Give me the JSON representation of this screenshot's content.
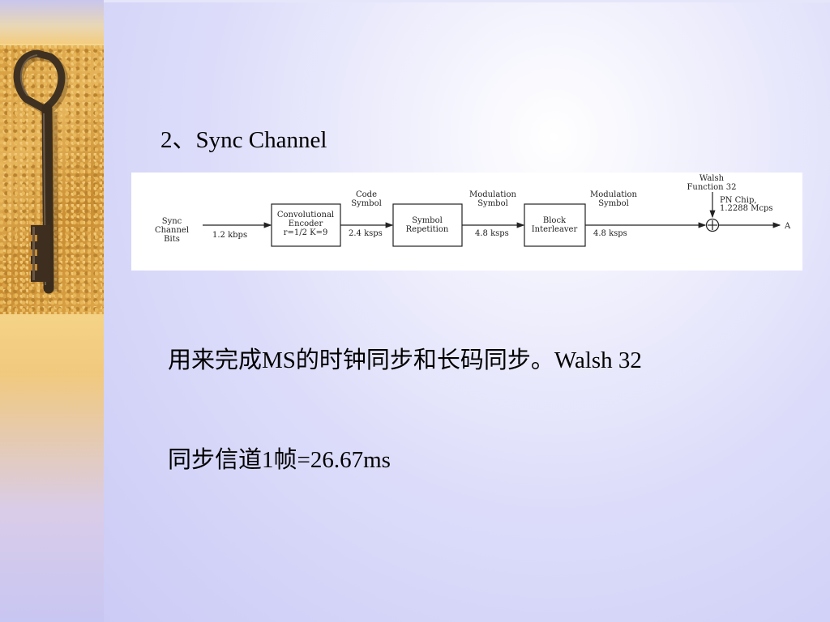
{
  "slide": {
    "heading": "2、Sync Channel",
    "paragraph_1": "用来完成MS的时钟同步和长码同步。Walsh 32",
    "paragraph_2": "同步信道1帧=26.67ms"
  },
  "diagram": {
    "input_label_1": "Sync",
    "input_label_2": "Channel",
    "input_label_3": "Bits",
    "rate_1": "1.2 kbps",
    "encoder_line_1": "Convolutional",
    "encoder_line_2": "Encoder",
    "encoder_line_3": "r=1/2 K=9",
    "code_symbol_1": "Code",
    "code_symbol_2": "Symbol",
    "rate_2": "2.4 ksps",
    "repetition_line_1": "Symbol",
    "repetition_line_2": "Repetition",
    "mod_symbol_a_1": "Modulation",
    "mod_symbol_a_2": "Symbol",
    "rate_3": "4.8 ksps",
    "interleaver_line_1": "Block",
    "interleaver_line_2": "Interleaver",
    "mod_symbol_b_1": "Modulation",
    "mod_symbol_b_2": "Symbol",
    "rate_4": "4.8 ksps",
    "walsh_1": "Walsh",
    "walsh_2": "Function 32",
    "pn_1": "PN Chip,",
    "pn_2": "1.2288 Mcps",
    "output": "A"
  }
}
